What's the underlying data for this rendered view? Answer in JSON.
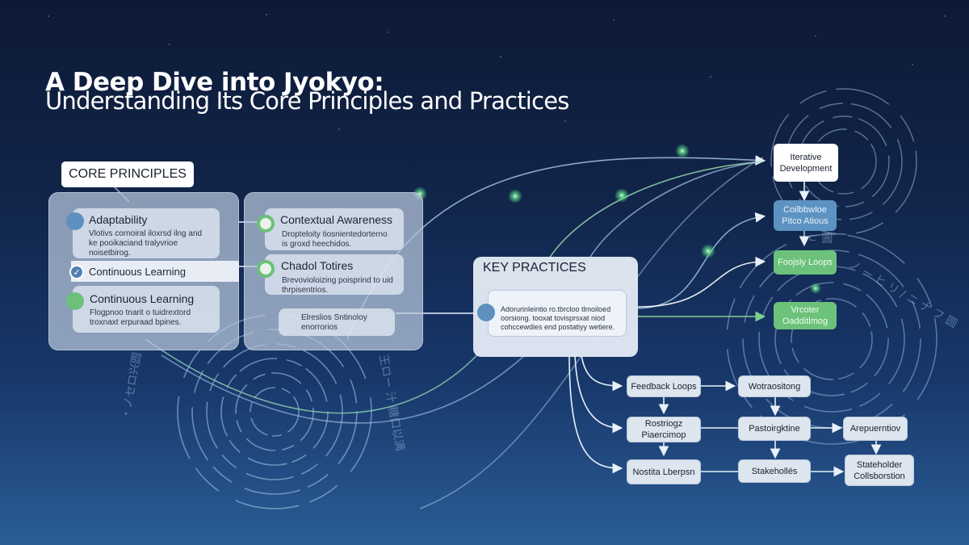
{
  "header": {
    "title": "A Deep Dive into Jyokyo:",
    "subtitle": "Understanding Its Core Principles and Practices"
  },
  "core_principles": {
    "label": "CORE PRINCIPLES",
    "items": [
      {
        "title": "Adaptability",
        "body": "Vlotivs cornoiral iloxrsd ilng and ke pooikaciand tralyvrioe noisetbirog.",
        "marker": "blue-dot"
      },
      {
        "title": "Continuous Learning",
        "body": "",
        "marker": "check-dot"
      },
      {
        "title": "Continuous Learning",
        "body": "Flogpnoo tnarit o tuidrextord troxnaxt erpuraad bpines.",
        "marker": "green-dot"
      }
    ],
    "sub_items": [
      {
        "title": "Contextual Awareness",
        "body": "Dropteloity tiosnientedorterno is groxd heechidos.",
        "marker": "green-ring"
      },
      {
        "title": "Chadol Totires",
        "body": "Brevovioloizing poisprind to uid thrpisentrios.",
        "marker": "green-ring"
      },
      {
        "title": "",
        "body": "Elreslios Sntinoloy enorrorios",
        "marker": ""
      }
    ]
  },
  "key_practices": {
    "label": "KEY PRACTICES",
    "body": "Adorurinleintio ro.tbrcloo tlmoiloed oorsiong. tooxat tovisprsxat niod cohccewdies end postatiyy wetiere."
  },
  "right_column": [
    {
      "label": "Iterative Development",
      "style": "white"
    },
    {
      "label": "Coilbbwloe Pitco Atious",
      "style": "blue"
    },
    {
      "label": "Foojsly Loops",
      "style": "green"
    },
    {
      "label": "Vrcoter Oadditlmog",
      "style": "green"
    }
  ],
  "flow_grid": [
    {
      "label": "Feedback Loops",
      "col": 0,
      "row": 0
    },
    {
      "label": "Wotraositong",
      "col": 1,
      "row": 0
    },
    {
      "label": "Rostriogz Piaercimop",
      "col": 0,
      "row": 1
    },
    {
      "label": "Pastoirgktine",
      "col": 1,
      "row": 1
    },
    {
      "label": "Arepuerntiov",
      "col": 2,
      "row": 1
    },
    {
      "label": "Nostita Lberpsn",
      "col": 0,
      "row": 2
    },
    {
      "label": "Stakehollés",
      "col": 1,
      "row": 2
    },
    {
      "label": "Stateholder Collsborstion",
      "col": 2,
      "row": 2
    }
  ],
  "colors": {
    "bg_top": "#0d1a36",
    "bg_bottom": "#2a5d96",
    "accent_green": "#6cc27a",
    "accent_blue": "#5d93c2",
    "connector": "#9fc3e0",
    "glow": "#7cf0a0"
  }
}
